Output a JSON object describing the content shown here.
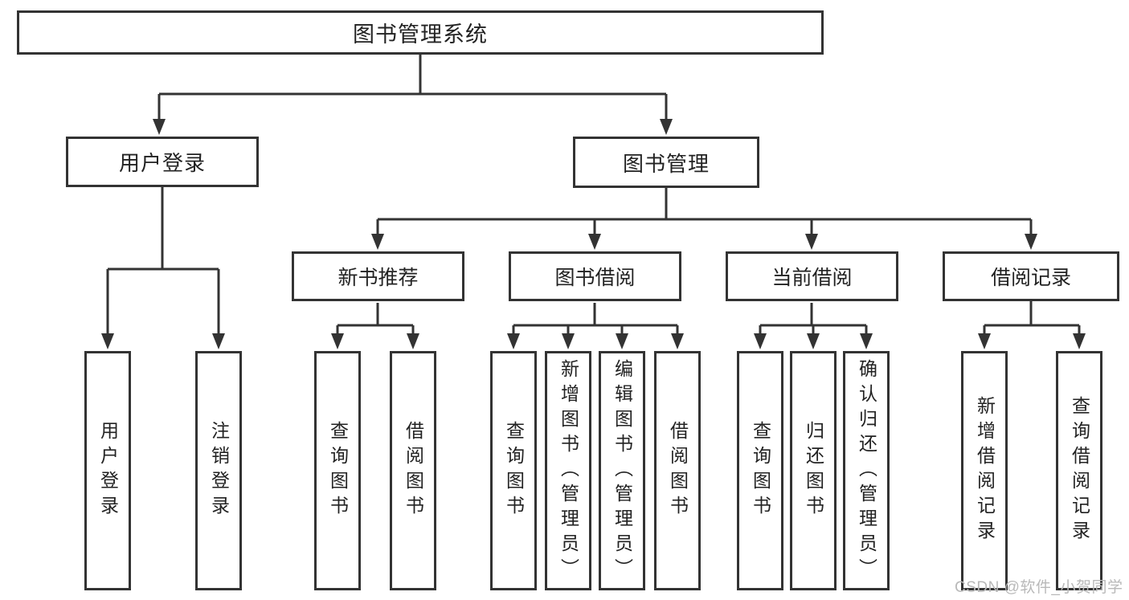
{
  "diagram": {
    "title": "图书管理系统",
    "nodes": {
      "root": "图书管理系统",
      "user_login": "用户登录",
      "book_management": "图书管理",
      "new_book_recommend": "新书推荐",
      "book_borrow": "图书借阅",
      "current_borrow": "当前借阅",
      "borrow_records": "借阅记录",
      "leaves": {
        "user_login": "用户登录",
        "logout": "注销登录",
        "query_book_recommend": "查询图书",
        "borrow_book_recommend": "借阅图书",
        "query_book_borrow": "查询图书",
        "add_book_admin": "新增图书（管理员）",
        "edit_book_admin": "编辑图书（管理员）",
        "borrow_book_borrow": "借阅图书",
        "query_book_current": "查询图书",
        "return_book": "归还图书",
        "confirm_return_admin": "确认归还（管理员）",
        "add_borrow_record": "新增借阅记录",
        "query_borrow_record": "查询借阅记录"
      }
    },
    "hierarchy": [
      {
        "parent": "图书管理系统",
        "children": [
          "用户登录",
          "图书管理"
        ]
      },
      {
        "parent": "用户登录",
        "children": [
          "用户登录",
          "注销登录"
        ]
      },
      {
        "parent": "图书管理",
        "children": [
          "新书推荐",
          "图书借阅",
          "当前借阅",
          "借阅记录"
        ]
      },
      {
        "parent": "新书推荐",
        "children": [
          "查询图书",
          "借阅图书"
        ]
      },
      {
        "parent": "图书借阅",
        "children": [
          "查询图书",
          "新增图书（管理员）",
          "编辑图书（管理员）",
          "借阅图书"
        ]
      },
      {
        "parent": "当前借阅",
        "children": [
          "查询图书",
          "归还图书",
          "确认归还（管理员）"
        ]
      },
      {
        "parent": "借阅记录",
        "children": [
          "新增借阅记录",
          "查询借阅记录"
        ]
      }
    ]
  },
  "watermark": "CSDN @软件_小贺同学",
  "colors": {
    "line": "#333333",
    "box_border": "#333333",
    "text": "#222222",
    "watermark": "#b9b9b9",
    "background": "#ffffff"
  }
}
